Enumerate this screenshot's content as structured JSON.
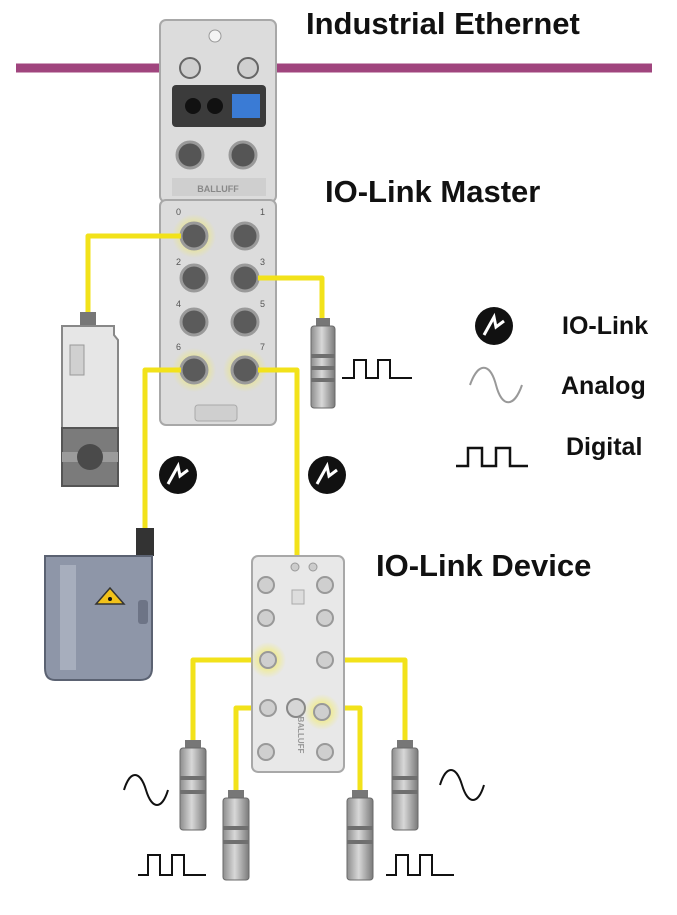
{
  "labels": {
    "industrial_ethernet": "Industrial Ethernet",
    "io_link_master": "IO-Link Master",
    "io_link_device": "IO-Link Device"
  },
  "master_markings": {
    "brand": "BALLUFF",
    "port_numbers": [
      "0",
      "1",
      "2",
      "3",
      "4",
      "5",
      "6",
      "7"
    ]
  },
  "device_markings": {
    "brand": "BALLUFF"
  },
  "legend": [
    {
      "label": "IO-Link",
      "icon": "io-link-icon"
    },
    {
      "label": "Analog",
      "icon": "analog-wave-icon"
    },
    {
      "label": "Digital",
      "icon": "digital-pulse-icon"
    }
  ],
  "colors": {
    "ethernet": "#a0457e",
    "cable": "#f2e21a",
    "housing": "#dcdcdc",
    "text": "#111111"
  }
}
